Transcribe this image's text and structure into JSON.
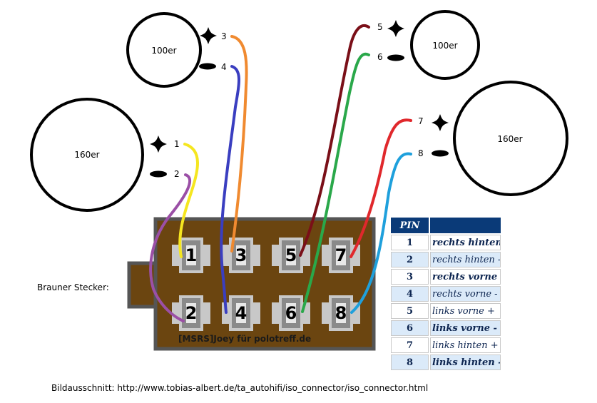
{
  "speakers": [
    {
      "id": "front-right",
      "label": "100er",
      "plus_wire": "3",
      "minus_wire": "4"
    },
    {
      "id": "rear-right",
      "label": "160er",
      "plus_wire": "1",
      "minus_wire": "2"
    },
    {
      "id": "front-left",
      "label": "100er",
      "plus_wire": "5",
      "minus_wire": "6"
    },
    {
      "id": "rear-left",
      "label": "160er",
      "plus_wire": "7",
      "minus_wire": "8"
    }
  ],
  "wire_labels": [
    "1",
    "2",
    "3",
    "4",
    "5",
    "6",
    "7",
    "8"
  ],
  "wire_colors": {
    "1": "#f5e620",
    "2": "#9b4fa6",
    "3": "#f08a30",
    "4": "#3a3ec0",
    "5": "#7a0f18",
    "6": "#2aa84a",
    "7": "#e0282c",
    "8": "#1fa0dc"
  },
  "connector": {
    "caption": "Brauner Stecker:",
    "watermark": "[MSRS]Joey für polotreff.de",
    "pins_top": [
      "1",
      "3",
      "5",
      "7"
    ],
    "pins_bottom": [
      "2",
      "4",
      "6",
      "8"
    ],
    "body_color": "#6b4510",
    "border_color": "#555555"
  },
  "pin_table": {
    "header_pin": "PIN",
    "header_desc": "",
    "header_color": "#0a3a78",
    "rows": [
      {
        "pin": "1",
        "desc": "rechts hinten +",
        "bold": true,
        "shade": false
      },
      {
        "pin": "2",
        "desc": "rechts hinten -",
        "bold": false,
        "shade": true
      },
      {
        "pin": "3",
        "desc": "rechts vorne +",
        "bold": true,
        "shade": false
      },
      {
        "pin": "4",
        "desc": "rechts vorne -",
        "bold": false,
        "shade": true
      },
      {
        "pin": "5",
        "desc": "links vorne +",
        "bold": false,
        "shade": false
      },
      {
        "pin": "6",
        "desc": "links vorne -",
        "bold": true,
        "shade": true
      },
      {
        "pin": "7",
        "desc": "links hinten +",
        "bold": false,
        "shade": false
      },
      {
        "pin": "8",
        "desc": "links hinten -",
        "bold": true,
        "shade": true
      }
    ]
  },
  "source_caption": "Bildausschnitt: http://www.tobias-albert.de/ta_autohifi/iso_connector/iso_connector.html"
}
